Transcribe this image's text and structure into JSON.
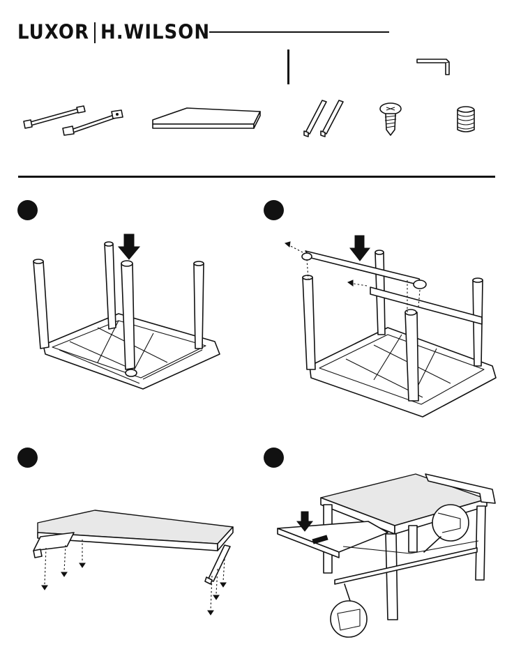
{
  "brand": {
    "left": "LUXOR",
    "right": "H.WILSON"
  },
  "icons": {
    "hardware": [
      "hex-key-icon",
      "screw-icon",
      "threaded-insert-icon"
    ],
    "step_markers": [
      "step-1-dot",
      "step-2-dot",
      "step-3-dot",
      "step-4-dot"
    ]
  },
  "parts": [
    {
      "name": "crossbars"
    },
    {
      "name": "tabletop"
    },
    {
      "name": "rails"
    },
    {
      "name": "screw"
    },
    {
      "name": "insert"
    }
  ],
  "steps": [
    {
      "id": "step-1"
    },
    {
      "id": "step-2"
    },
    {
      "id": "step-3"
    },
    {
      "id": "step-4"
    }
  ]
}
